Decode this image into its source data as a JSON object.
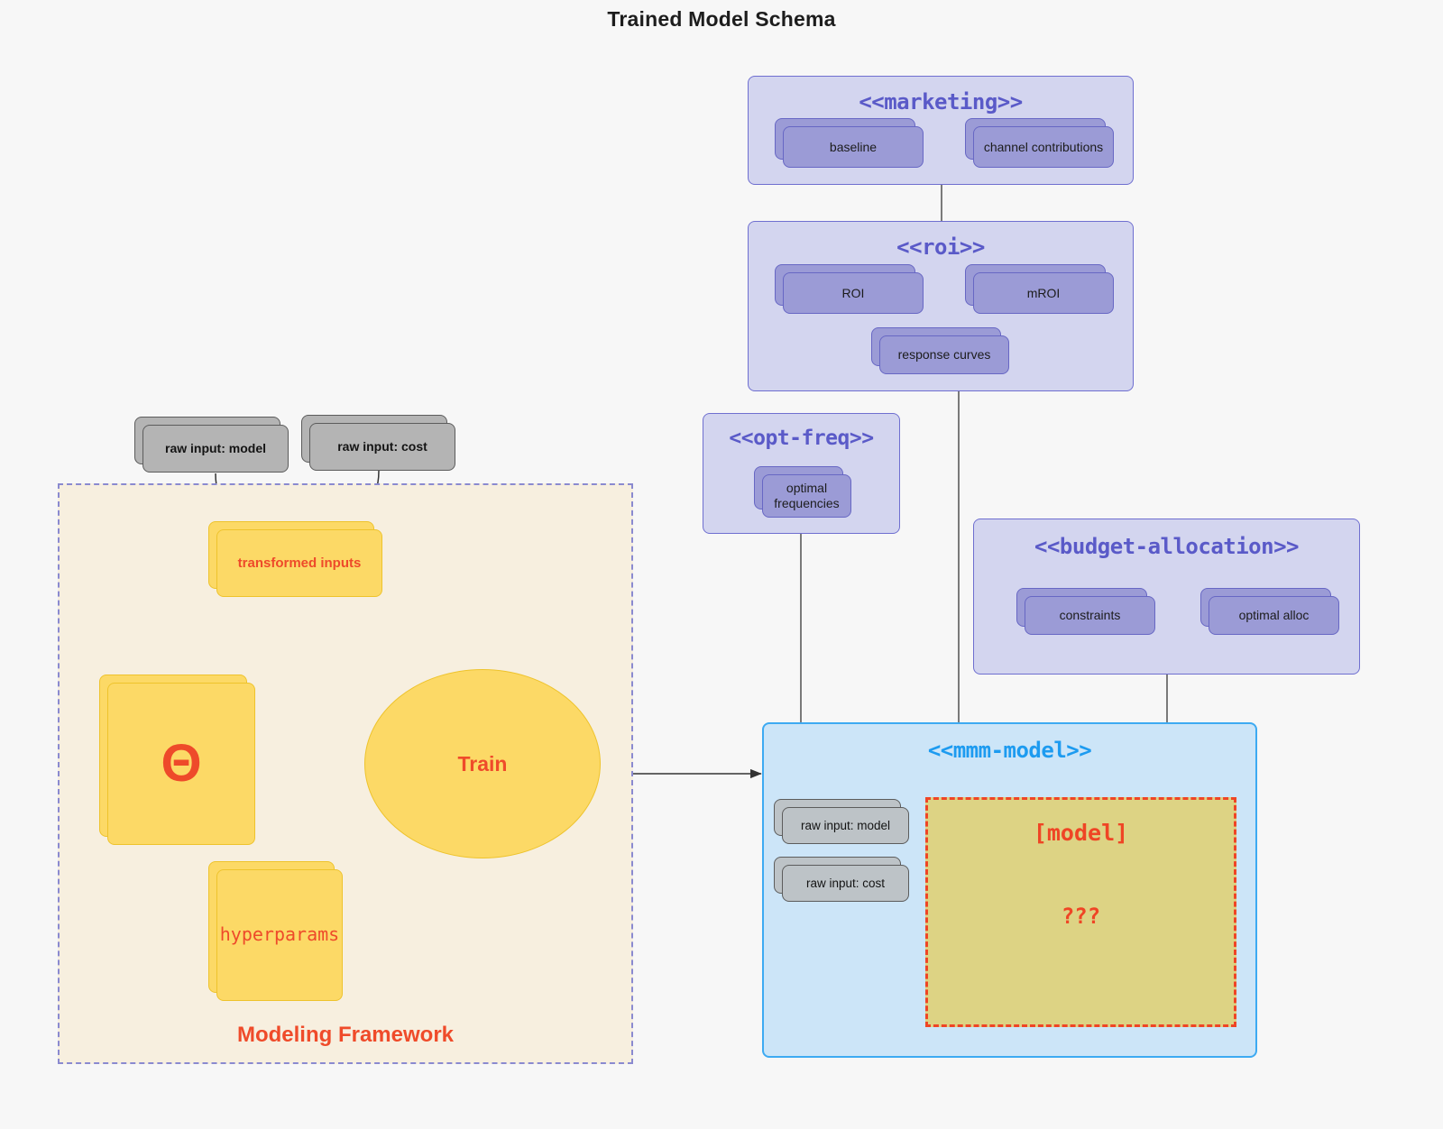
{
  "title": "Trained Model Schema",
  "colors": {
    "background": "#f7f7f7",
    "package_purple_fill": "#d3d5ef",
    "package_purple_border": "#6f6fd0",
    "package_blue_fill": "#cce5f8",
    "package_blue_border": "#3daaf2",
    "node_purple_fill": "#9b9bd6",
    "node_grey_fill": "#b4b4b4",
    "node_yellow_fill": "#fcd966",
    "accent_red": "#ee4a2a",
    "framework_fill": "#f7efdf",
    "framework_border": "#8a8ad0",
    "model_placeholder_fill": "#ddd384",
    "model_placeholder_border": "#ef4525"
  },
  "packages": {
    "marketing": {
      "title": "<<marketing>>",
      "nodes": [
        {
          "label": "baseline"
        },
        {
          "label": "channel contributions"
        }
      ],
      "relation": "bidirectional"
    },
    "roi": {
      "title": "<<roi>>",
      "nodes": [
        {
          "label": "ROI"
        },
        {
          "label": "mROI"
        },
        {
          "label": "response curves"
        }
      ],
      "relation": "bidirectional"
    },
    "opt_freq": {
      "title": "<<opt-freq>>",
      "nodes": [
        {
          "label": "optimal\nfrequencies",
          "line1": "optimal",
          "line2": "frequencies"
        }
      ]
    },
    "budget_allocation": {
      "title": "<<budget-allocation>>",
      "nodes": [
        {
          "label": "constraints"
        },
        {
          "label": "optimal alloc"
        }
      ],
      "relation": "bidirectional"
    },
    "mmm_model": {
      "title": "<<mmm-model>>",
      "nodes": [
        {
          "label": "raw input: model"
        },
        {
          "label": "raw input: cost"
        }
      ],
      "placeholder": {
        "title": "[model]",
        "body": "???"
      }
    }
  },
  "modeling_framework": {
    "label": "Modeling Framework",
    "raw_inputs": [
      {
        "label": "raw input: model"
      },
      {
        "label": "raw input: cost"
      }
    ],
    "transformed_inputs": {
      "label": "transformed inputs"
    },
    "theta": {
      "label": "Θ"
    },
    "hyperparams": {
      "label": "hyperparams"
    },
    "train": {
      "label": "Train"
    }
  }
}
